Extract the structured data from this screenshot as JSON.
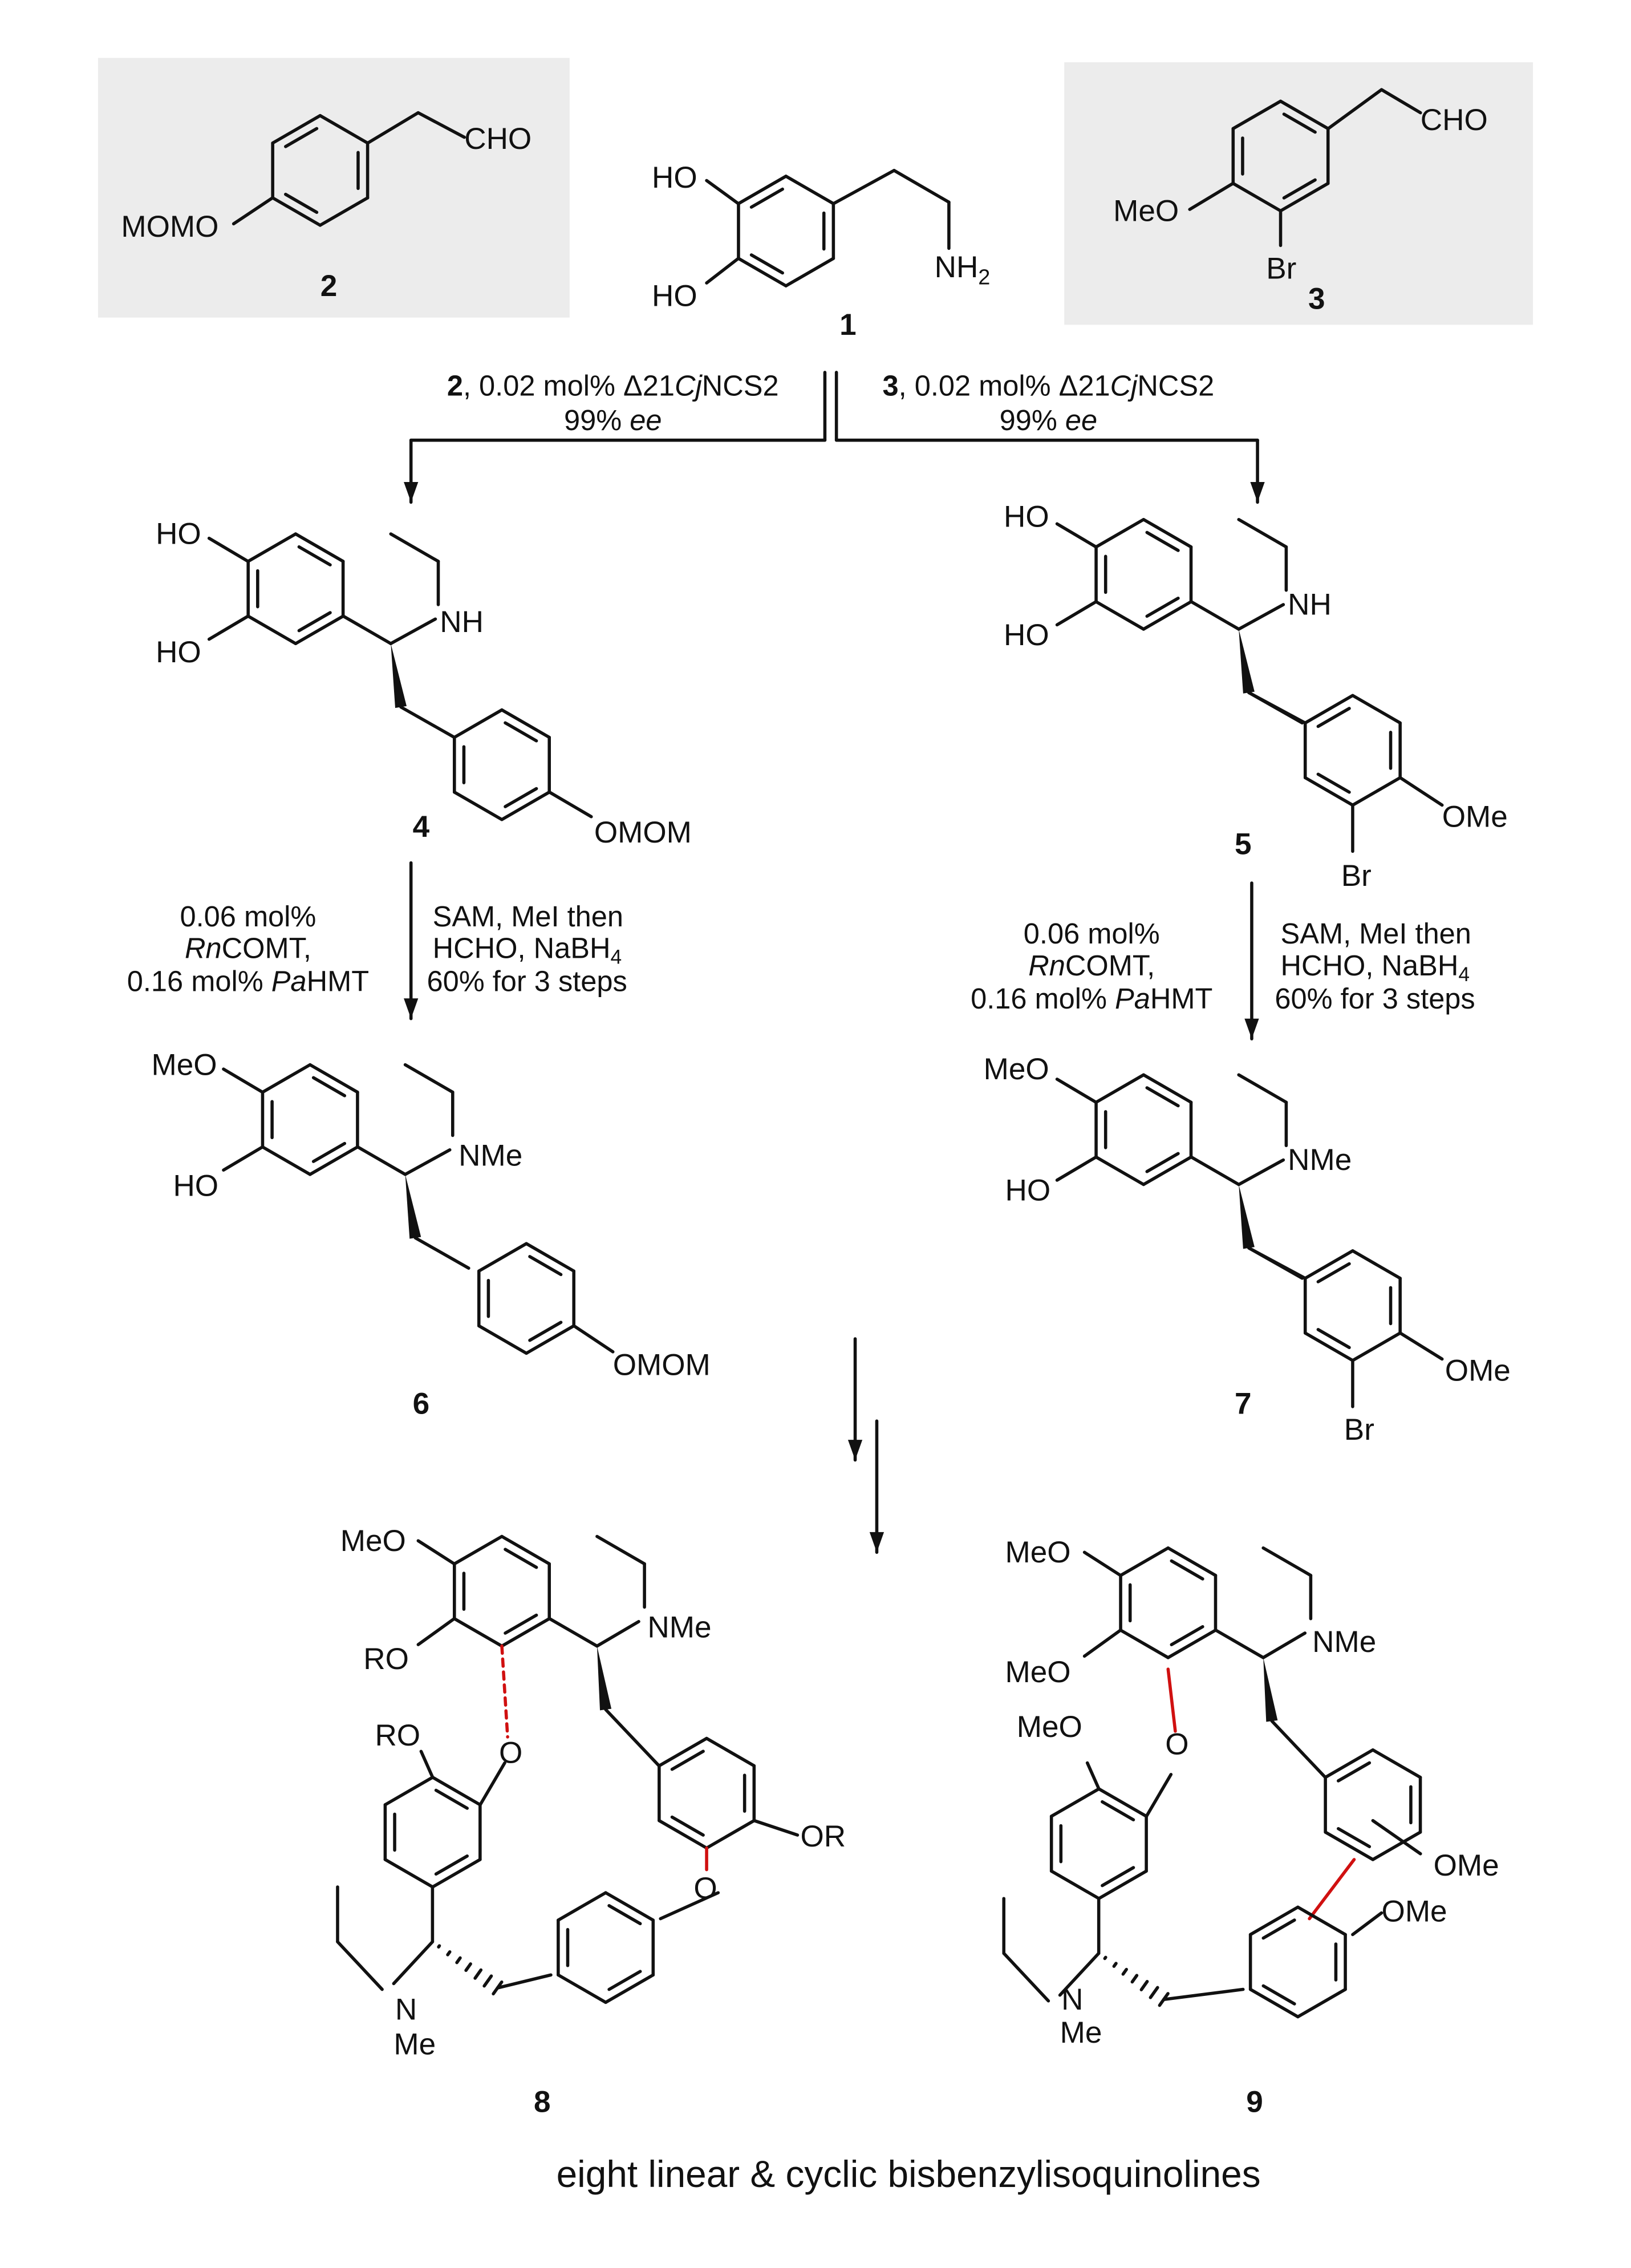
{
  "compounds": {
    "c1": {
      "number": "1",
      "ho_top": "HO",
      "ho_bottom": "HO",
      "amine": "NH",
      "amine_sub": "2"
    },
    "c2": {
      "number": "2",
      "aldehyde": "CHO",
      "ether": "MOMO"
    },
    "c3": {
      "number": "3",
      "aldehyde": "CHO",
      "ether": "MeO",
      "halogen": "Br"
    },
    "c4": {
      "number": "4",
      "ho_top": "HO",
      "ho_bottom": "HO",
      "amine": "NH",
      "ether": "OMOM"
    },
    "c5": {
      "number": "5",
      "ho_top": "HO",
      "ho_bottom": "HO",
      "amine": "NH",
      "ether": "OMe",
      "halogen": "Br"
    },
    "c6": {
      "number": "6",
      "meo": "MeO",
      "ho": "HO",
      "amine": "NMe",
      "ether": "OMOM"
    },
    "c7": {
      "number": "7",
      "meo": "MeO",
      "ho": "HO",
      "amine": "NMe",
      "ether": "OMe",
      "halogen": "Br"
    },
    "c8": {
      "number": "8",
      "meo": "MeO",
      "ro1": "RO",
      "nme": "NMe",
      "ro2": "RO",
      "o1": "O",
      "o2": "O",
      "or": "OR",
      "n": "N",
      "me": "Me"
    },
    "c9": {
      "number": "9",
      "meo1": "MeO",
      "meo2": "MeO",
      "nme": "NMe",
      "meo3": "MeO",
      "o1": "O",
      "ome1": "OMe",
      "ome2": "OMe",
      "n": "N",
      "me": "Me"
    }
  },
  "step1": {
    "left": {
      "reagent_num": "2",
      "text_a": ", 0.02 mol% Δ21",
      "italic": "Cj",
      "text_b": "NCS2",
      "ee_value": "99% ",
      "ee": "ee"
    },
    "right": {
      "reagent_num": "3",
      "text_a": ", 0.02 mol% Δ21",
      "italic": "Cj",
      "text_b": "NCS2",
      "ee_value": "99% ",
      "ee": "ee"
    }
  },
  "step2": {
    "enzymes": {
      "line1": "0.06 mol%",
      "line2_italic": "Rn",
      "line2": "COMT,",
      "line3_a": "0.16 mol% ",
      "line3_italic": "Pa",
      "line3_b": "HMT"
    },
    "reagents": {
      "line1": "SAM, MeI then",
      "line2": "HCHO, NaBH",
      "line2_sub": "4",
      "line3": "60% for 3 steps"
    }
  },
  "caption": "eight linear & cyclic bisbenzylisoquinolines",
  "colors": {
    "box": "#ececec",
    "new_bond": "#d01010",
    "ink": "#111111"
  }
}
